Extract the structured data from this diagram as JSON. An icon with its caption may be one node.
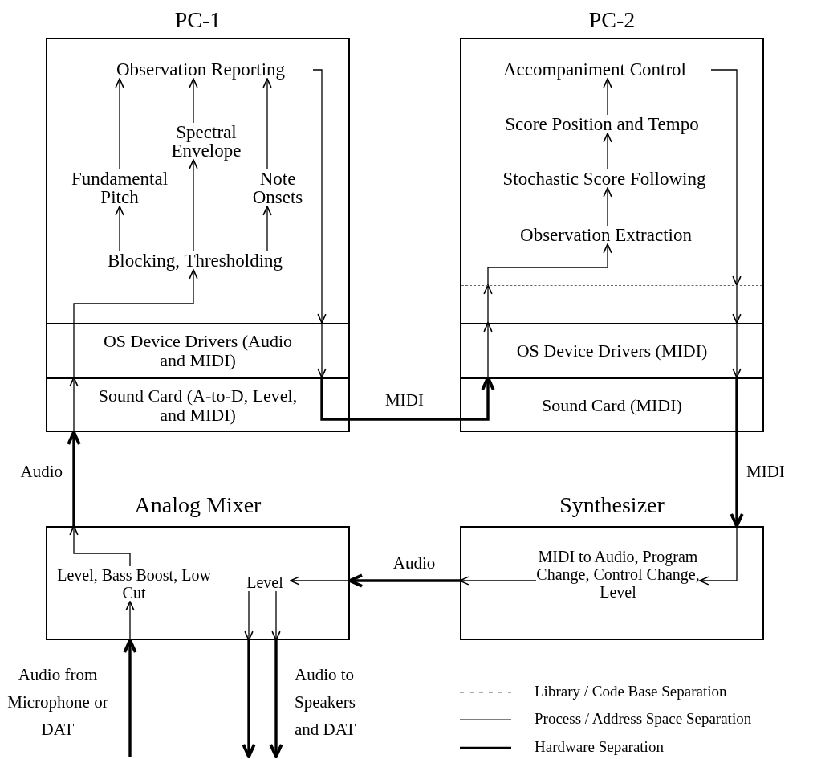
{
  "diagram": {
    "nodes": [
      {
        "text": [
          "PC-1"
        ]
      },
      {
        "text": [
          "Observation Reporting"
        ],
        "in": 0
      },
      {
        "text": [
          "Spectral Envelope"
        ],
        "in": 0
      },
      {
        "text": [
          "Fundamental Pitch"
        ],
        "in": 0
      },
      {
        "text": [
          "Note Onsets"
        ],
        "in": 0
      },
      {
        "text": [
          "Blocking, Thresholding"
        ],
        "in": 0
      },
      {
        "text": [
          "OS Device Drivers (Audio and MIDI)"
        ],
        "in": 0
      },
      {
        "text": [
          "Sound Card (A-to-D, Level, and MIDI)"
        ],
        "in": 0
      },
      {
        "text": [
          "PC-2"
        ]
      },
      {
        "text": [
          "Accompaniment Control"
        ],
        "in": 8
      },
      {
        "text": [
          "Score Position and Tempo"
        ],
        "in": 8
      },
      {
        "text": [
          "Stochastic Score Following"
        ],
        "in": 8
      },
      {
        "text": [
          "Observation Extraction"
        ],
        "in": 8
      },
      {
        "text": [],
        "shape": "box",
        "in": 8
      },
      {
        "text": [
          "OS Device Drivers (MIDI)"
        ],
        "in": 8
      },
      {
        "text": [
          "Sound Card (MIDI)"
        ],
        "in": 8
      },
      {
        "text": [
          "Analog Mixer"
        ]
      },
      {
        "text": [
          "Level, Bass Boost, Low Cut"
        ],
        "in": 16
      },
      {
        "text": [
          "Level"
        ],
        "in": 16
      },
      {
        "text": [
          "Synthesizer"
        ]
      },
      {
        "text": [
          "MIDI to Audio, Program Change, Control Change, Level"
        ],
        "in": 19
      }
    ],
    "edges": [
      {
        "from": 3,
        "to": 1,
        "arrow": "to"
      },
      {
        "from": 2,
        "to": 1,
        "arrow": "to"
      },
      {
        "from": 4,
        "to": 1,
        "arrow": "to"
      },
      {
        "from": 5,
        "to": 3,
        "arrow": "to"
      },
      {
        "from": 5,
        "to": 2,
        "arrow": "to"
      },
      {
        "from": 5,
        "to": 4,
        "arrow": "to"
      },
      {
        "from": 6,
        "to": 5,
        "arrow": "to"
      },
      {
        "from": 1,
        "to": 6,
        "arrow": "to"
      },
      {
        "from": 6,
        "to": 7,
        "arrow": "to"
      },
      {
        "from": 7,
        "to": 6,
        "arrow": "to"
      },
      {
        "from": 7,
        "to": 15,
        "arrow": "to",
        "label": "MIDI",
        "style": "thick"
      },
      {
        "from": 15,
        "to": 14,
        "arrow": "to"
      },
      {
        "from": 14,
        "to": 13,
        "arrow": "to"
      },
      {
        "from": 13,
        "to": 12,
        "arrow": "to"
      },
      {
        "from": 12,
        "to": 11,
        "arrow": "to"
      },
      {
        "from": 11,
        "to": 10,
        "arrow": "to"
      },
      {
        "from": 10,
        "to": 9,
        "arrow": "to"
      },
      {
        "from": 9,
        "to": 13,
        "arrow": "to"
      },
      {
        "from": 13,
        "to": 14,
        "arrow": "to"
      },
      {
        "from": 14,
        "to": 15,
        "arrow": "to"
      },
      {
        "from": 15,
        "to": 19,
        "arrow": "to",
        "label": "MIDI",
        "style": "thick"
      },
      {
        "from": 19,
        "to": 20,
        "arrow": "to"
      },
      {
        "from": 20,
        "to": 19,
        "arrow": "to"
      },
      {
        "from": 19,
        "to": 16,
        "arrow": "to",
        "label": "Audio",
        "style": "thick"
      },
      {
        "from": 16,
        "to": 18,
        "arrow": "to"
      },
      {
        "from": 18,
        "to": 16,
        "arrow": "to"
      },
      {
        "from": 18,
        "to": 16,
        "arrow": "to"
      },
      {
        "from": 16,
        "to": null,
        "arrow": "to",
        "style": "thick"
      },
      {
        "from": 16,
        "to": null,
        "arrow": "to",
        "label": "Audio to Speakers and DAT",
        "style": "thick"
      },
      {
        "from": null,
        "to": 16,
        "arrow": "to",
        "label": "Audio from Microphone or DAT",
        "style": "thick"
      },
      {
        "from": 16,
        "to": 17,
        "arrow": "to"
      },
      {
        "from": 17,
        "to": 16,
        "arrow": "to"
      },
      {
        "from": 16,
        "to": 7,
        "arrow": "to",
        "label": "Audio",
        "style": "thick"
      }
    ],
    "legend": [
      {
        "text": "Library / Code Base Separation"
      },
      {
        "text": "Process / Address Space Separation"
      },
      {
        "text": "Hardware Separation"
      }
    ]
  }
}
